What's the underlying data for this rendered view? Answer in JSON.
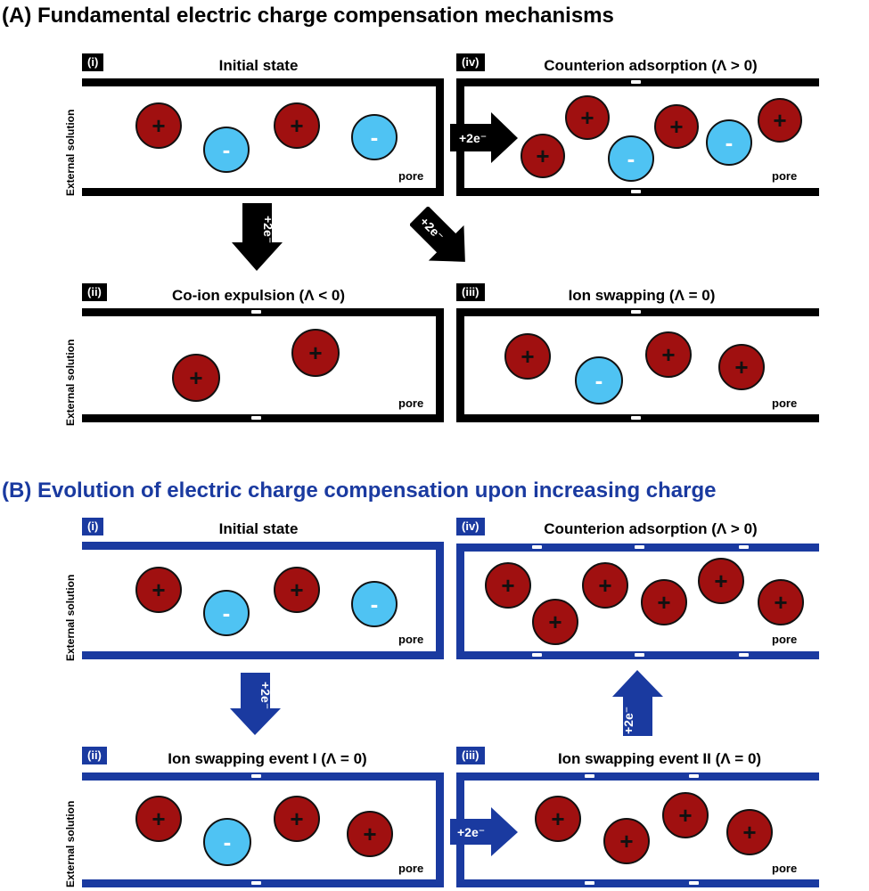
{
  "section_a": {
    "title": "(A) Fundamental electric charge compensation mechanisms",
    "color": "#000000",
    "panels": [
      {
        "tag": "(i)",
        "title": "Initial state",
        "pore": "pore",
        "side": "External solution"
      },
      {
        "tag": "(iv)",
        "title": "Counterion adsorption (Λ > 0)",
        "pore": "pore"
      },
      {
        "tag": "(ii)",
        "title": "Co-ion expulsion (Λ < 0)",
        "pore": "pore",
        "side": "External solution"
      },
      {
        "tag": "(iii)",
        "title": "Ion swapping (Λ = 0)",
        "pore": "pore"
      }
    ],
    "arrow_label": "+2e⁻"
  },
  "section_b": {
    "title": "(B) Evolution of electric charge compensation upon increasing charge",
    "color": "#1a3aa0",
    "panels": [
      {
        "tag": "(i)",
        "title": "Initial state",
        "pore": "pore",
        "side": "External solution"
      },
      {
        "tag": "(iv)",
        "title": "Counterion adsorption (Λ > 0)",
        "pore": "pore"
      },
      {
        "tag": "(ii)",
        "title": "Ion swapping event I (Λ = 0)",
        "pore": "pore",
        "side": "External solution"
      },
      {
        "tag": "(iii)",
        "title": "Ion swapping event II (Λ = 0)",
        "pore": "pore"
      }
    ],
    "arrow_label": "+2e⁻"
  },
  "ion_symbols": {
    "cation": "+",
    "anion": "-"
  },
  "colors": {
    "cation": "#a01010",
    "anion": "#4fc3f3",
    "black": "#000000",
    "blue": "#1a3aa0"
  }
}
